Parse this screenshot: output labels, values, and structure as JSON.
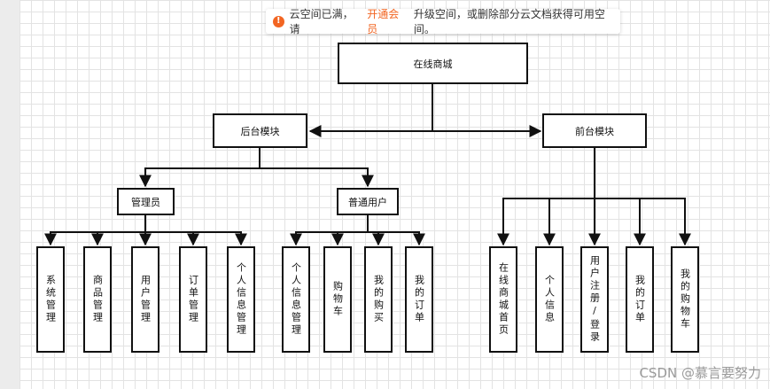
{
  "notice": {
    "icon": "warning-icon",
    "prefix": "云空间已满，请",
    "link": "开通会员",
    "suffix": "升级空间，或删除部分云文档获得可用空间。"
  },
  "diagram": {
    "root": "在线商城",
    "backend": "后台模块",
    "frontend": "前台模块",
    "admin": "管理员",
    "user": "普通用户",
    "admin_items": [
      "系统管理",
      "商品管理",
      "用户管理",
      "订单管理",
      "个人信息管理"
    ],
    "user_items": [
      "个人信息管理",
      "购物车",
      "我的购买",
      "我的订单"
    ],
    "front_items": [
      "在线商城首页",
      "个人信息",
      "用户注册/登录",
      "我的订单",
      "我的购物车"
    ]
  },
  "watermark": "CSDN @慕言要努力"
}
